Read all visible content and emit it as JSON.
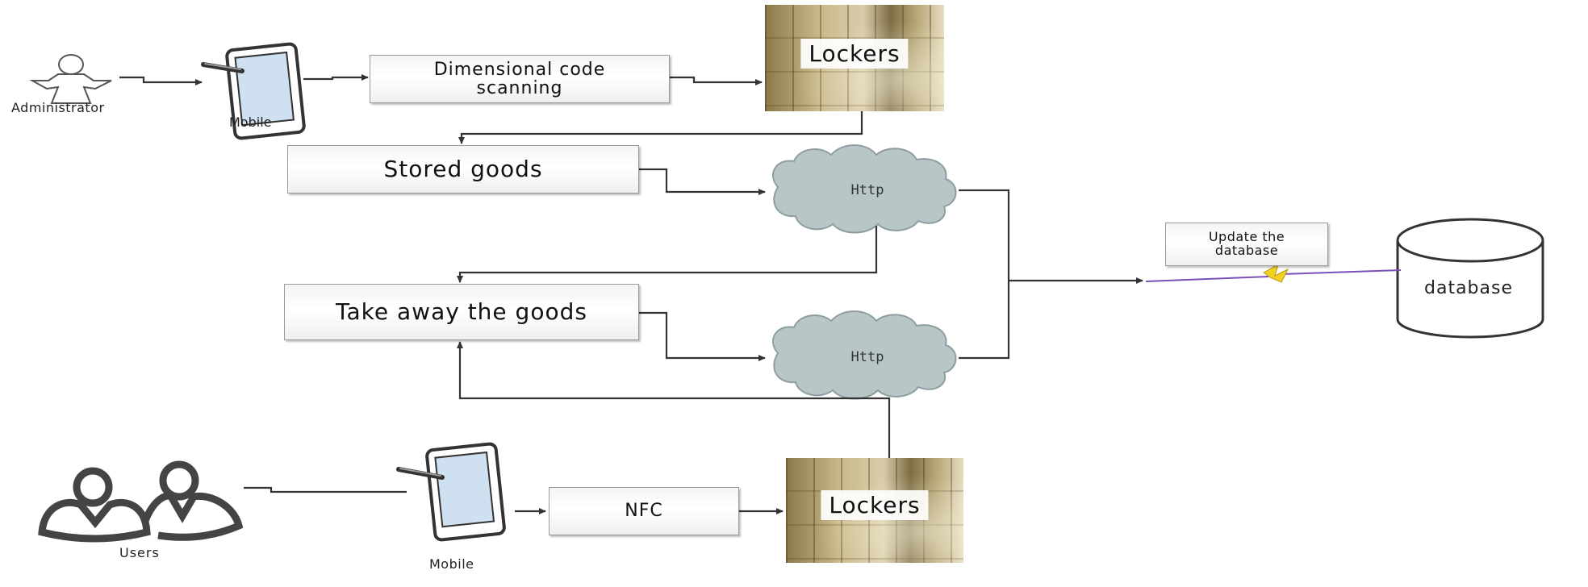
{
  "actors": {
    "administrator": "Administrator",
    "users": "Users"
  },
  "devices": {
    "mobile_top": "Mobile",
    "mobile_bottom": "Mobile"
  },
  "steps": {
    "dimensional_code_scanning": "Dimensional code scanning",
    "stored_goods": "Stored goods",
    "take_away_goods": "Take away the goods",
    "nfc": "NFC",
    "update_database": "Update the database"
  },
  "lockers": {
    "top": "Lockers",
    "bottom": "Lockers"
  },
  "clouds": {
    "upper": "Http",
    "lower": "Http"
  },
  "storage": {
    "database": "database"
  },
  "colors": {
    "cloud_fill": "#b8c6c8",
    "cloud_stroke": "#8e9ea0",
    "line": "#333333",
    "lightning": "#f2d21e",
    "link_line": "#7a4fb8"
  }
}
